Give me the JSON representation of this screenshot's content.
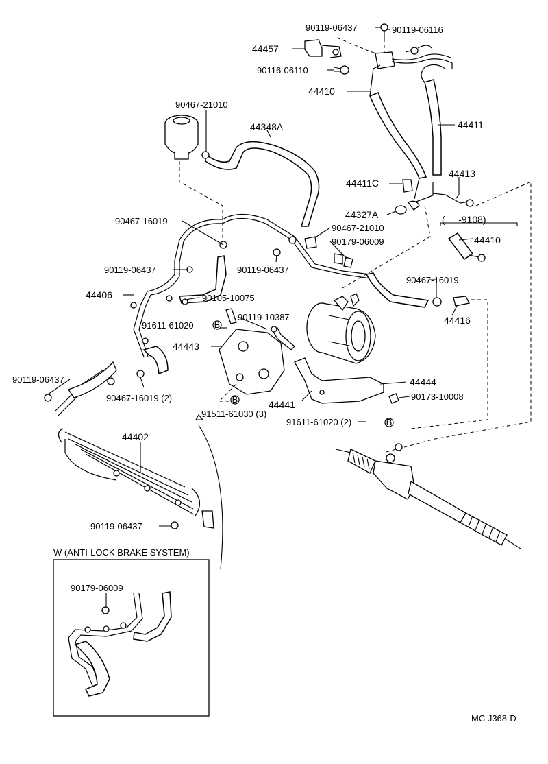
{
  "labels": {
    "p_90119_06437_top": "90119-06437",
    "p_90119_06116": "90119-06116",
    "p_44457": "44457",
    "p_90116_06110": "90116-06110",
    "p_44410": "44410",
    "p_44411": "44411",
    "p_90467_21010_a": "90467-21010",
    "p_44348A": "44348A",
    "p_44411C": "44411C",
    "p_44413": "44413",
    "p_44327A": "44327A",
    "p_90467_16019_a": "90467-16019",
    "p_90467_21010_b": "90467-21010",
    "p_90179_06009": "90179-06009",
    "p_9108": "(     -9108)",
    "p_44410_b": "44410",
    "p_90119_06437_a": "90119-06437",
    "p_90119_06437_b": "90119-06437",
    "p_90467_16019_b": "90467-16019",
    "p_44406": "44406",
    "p_90105_10075": "90105-10075",
    "p_44416": "44416",
    "p_91611_61020": "91611-61020",
    "p_90119_10387": "90119-10387",
    "p_44443": "44443",
    "p_90119_06437_c": "90119-06437",
    "p_90467_16019_2": "90467-16019 (2)",
    "p_44444": "44444",
    "p_44441": "44441",
    "p_90173_10008": "90173-10008",
    "p_91511_61030": "91511-61030 (3)",
    "p_91611_61020_2": "91611-61020 (2)",
    "p_44402": "44402",
    "p_90119_06437_d": "90119-06437",
    "inset_title": "W (ANTI-LOCK BRAKE SYSTEM)",
    "inset_90179": "90179-06009",
    "diagram_code": "MC J368-D",
    "bolt_mark": "B"
  }
}
